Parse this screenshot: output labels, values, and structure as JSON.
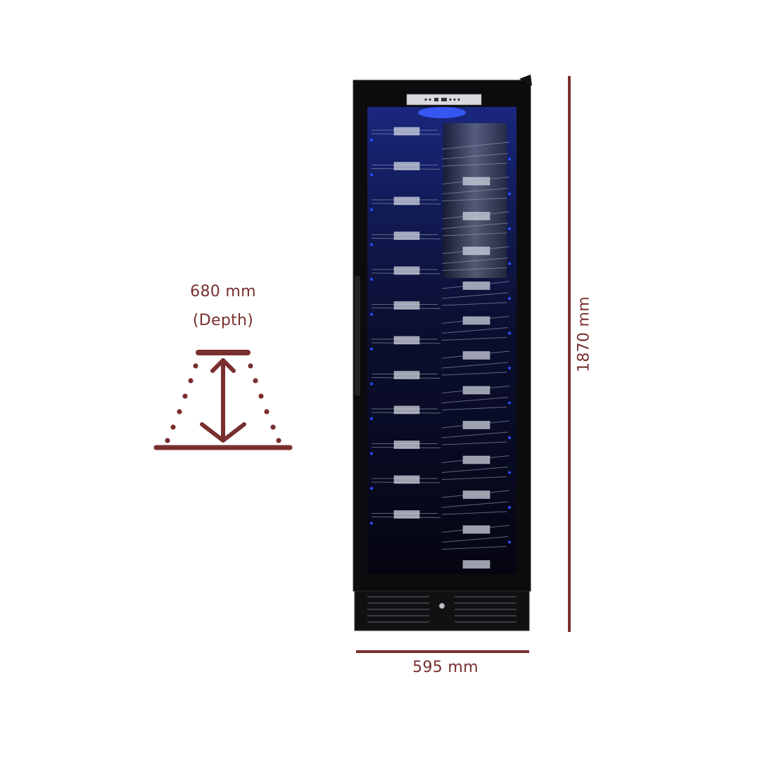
{
  "dimensions": {
    "depth": {
      "value": "680 mm",
      "caption": "(Depth)"
    },
    "width": {
      "value": "595 mm"
    },
    "height": {
      "value": "1870 mm"
    }
  },
  "colors": {
    "accent": "#7a2f2f",
    "cabinet": "#0c0c0e",
    "interior": "#050512",
    "led": "#2a4dff",
    "rack": "#9aa3b8"
  },
  "product": {
    "image": "wine-cooler-front-view"
  }
}
